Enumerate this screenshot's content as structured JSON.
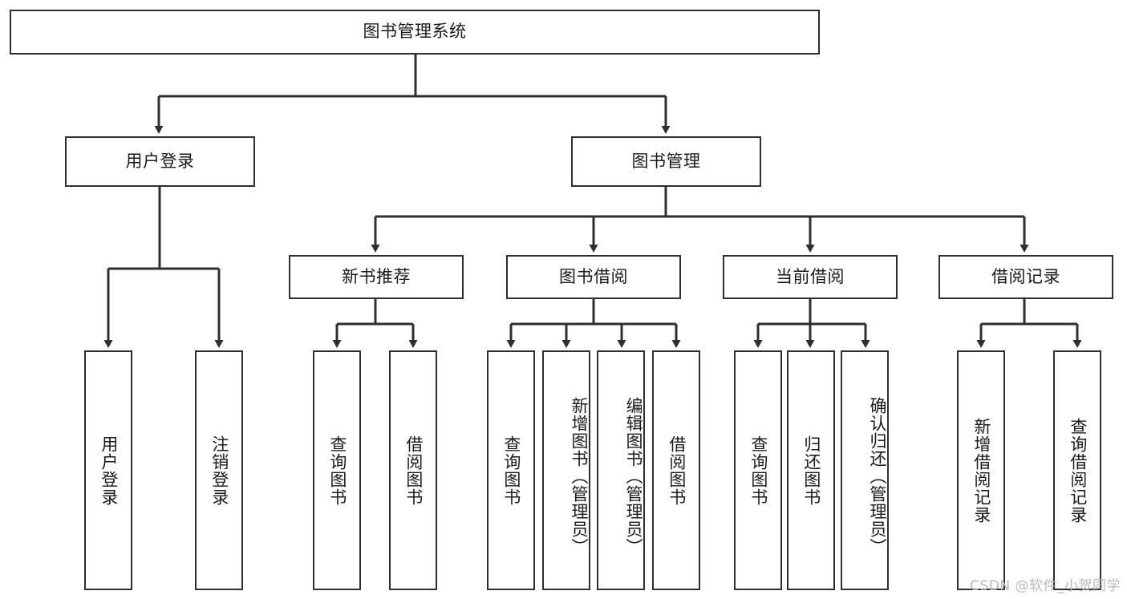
{
  "diagram": {
    "title": "图书管理系统",
    "type": "hierarchy-tree",
    "stroke_color": "#2f2f2f",
    "fill_color": "#ffffff",
    "text_color": "#1a1a1a",
    "nodes": {
      "root": {
        "label": "图书管理系统"
      },
      "level2": [
        {
          "label": "用户登录"
        },
        {
          "label": "图书管理"
        }
      ],
      "level3": [
        {
          "label": "新书推荐"
        },
        {
          "label": "图书借阅"
        },
        {
          "label": "当前借阅"
        },
        {
          "label": "借阅记录"
        }
      ],
      "leaves": {
        "user_login": [
          {
            "label": "用户登录"
          },
          {
            "label": "注销登录"
          }
        ],
        "new_book_recommend": [
          {
            "label": "查询图书"
          },
          {
            "label": "借阅图书"
          }
        ],
        "book_borrow": [
          {
            "label": "查询图书"
          },
          {
            "label": "新增图书（管理员）"
          },
          {
            "label": "编辑图书（管理员）"
          },
          {
            "label": "借阅图书"
          }
        ],
        "current_borrow": [
          {
            "label": "查询图书"
          },
          {
            "label": "归还图书"
          },
          {
            "label": "确认归还（管理员）"
          }
        ],
        "borrow_record": [
          {
            "label": "新增借阅记录"
          },
          {
            "label": "查询借阅记录"
          }
        ]
      }
    }
  },
  "watermark": {
    "text": "CSDN @软件_小贺同学",
    "color": "#b9b9b9"
  }
}
